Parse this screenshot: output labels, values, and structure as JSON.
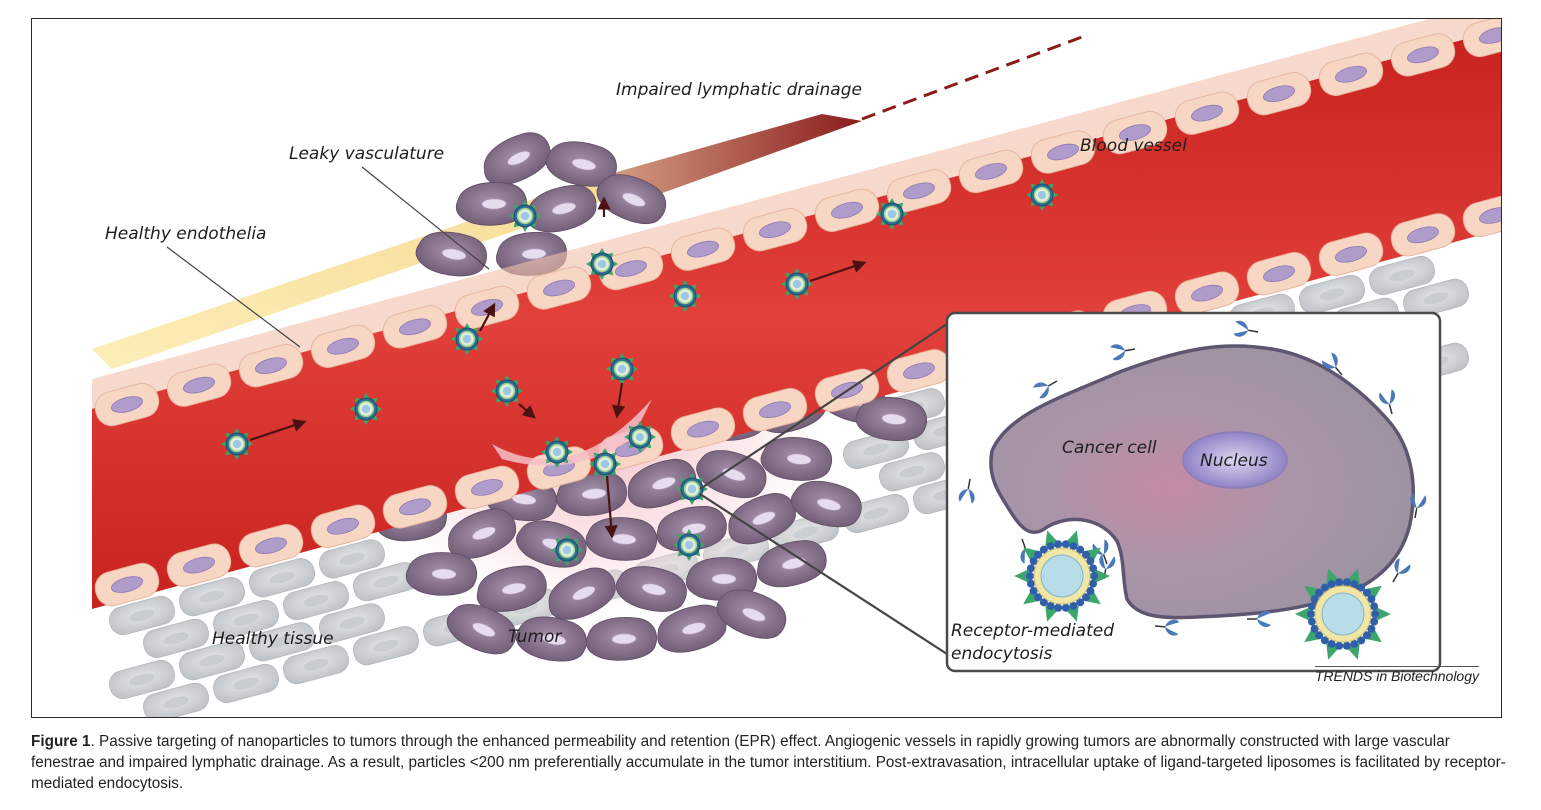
{
  "labels": {
    "impaired_lymphatic_drainage": "Impaired lymphatic drainage",
    "leaky_vasculature": "Leaky vasculature",
    "blood_vessel": "Blood vessel",
    "healthy_endothelia": "Healthy endothelia",
    "healthy_tissue": "Healthy tissue",
    "tumor": "Tumor",
    "cancer_cell": "Cancer cell",
    "nucleus": "Nucleus",
    "receptor_mediated_line1": "Receptor-mediated",
    "receptor_mediated_line2": "endocytosis"
  },
  "credit": "TRENDS in Biotechnology",
  "caption": {
    "prefix": "Figure 1",
    "text": ". Passive targeting of nanoparticles to tumors through the enhanced permeability and retention (EPR) effect. Angiogenic vessels in rapidly growing tumors are abnormally constructed with large vascular fenestrae and impaired lymphatic drainage. As a result, particles <200 nm preferentially accumulate in the tumor interstitium. Post-extravasation, intracellular uptake of ligand-targeted liposomes is facilitated by receptor-mediated endocytosis."
  },
  "colors": {
    "vessel": "#d8302c",
    "endothelial_cell": "#f7d7c4",
    "endothelial_nucleus": "#b09ccb",
    "tumor_cell": "#8d7791",
    "healthy_tissue_cell": "#d3d6d8",
    "lymphatic": "#8b1c1c",
    "particle": "#2a7a9a",
    "receptor": "#4b79b8"
  }
}
